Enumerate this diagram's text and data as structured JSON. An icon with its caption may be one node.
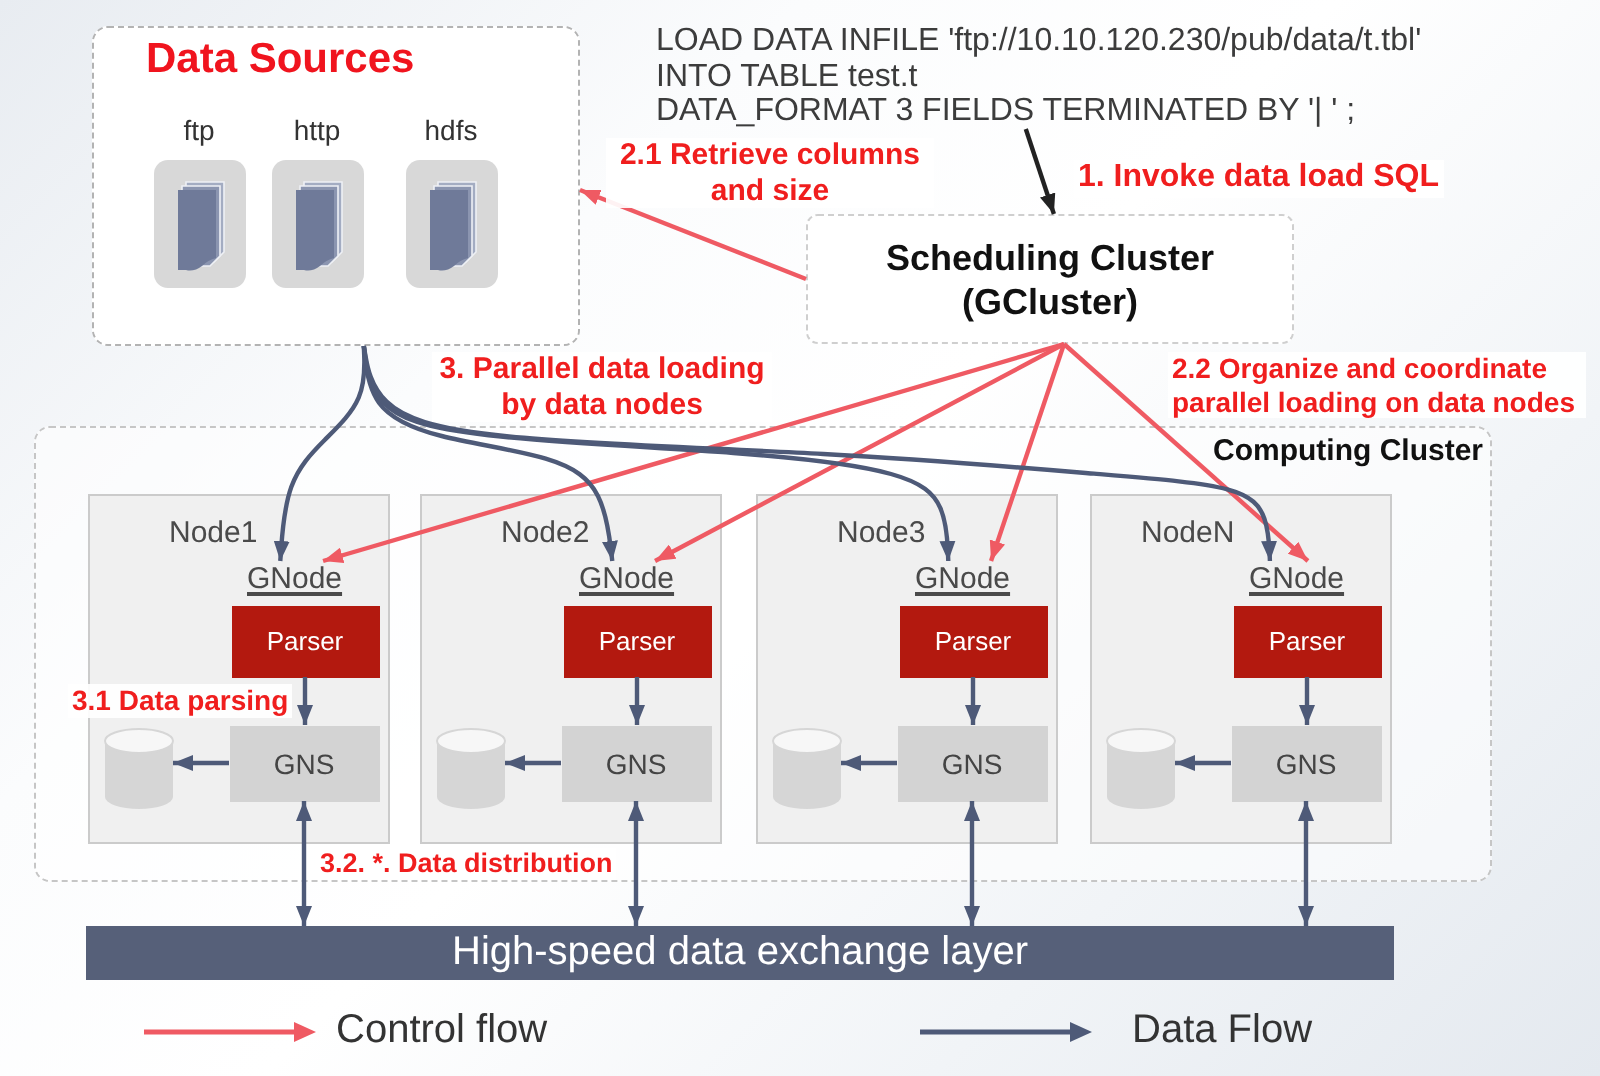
{
  "diagram": {
    "nodes": [
      {
        "text": [
          "Data Sources"
        ]
      },
      {
        "text": [
          "ftp"
        ],
        "in": 0
      },
      {
        "text": [
          "http"
        ],
        "in": 0
      },
      {
        "text": [
          "hdfs"
        ],
        "in": 0
      },
      {
        "text": [
          "LOAD DATA INFILE 'ftp://10.10.120.230/pub/data/t.tbl'",
          "INTO TABLE test.t",
          "DATA_FORMAT 3 FIELDS TERMINATED BY '| ' ;"
        ]
      },
      {
        "text": [
          "Scheduling Cluster (GCluster)"
        ]
      },
      {
        "text": [
          "Computing Cluster"
        ]
      },
      {
        "text": [
          "Node1"
        ],
        "in": 6
      },
      {
        "text": [
          "GNode"
        ],
        "in": 7
      },
      {
        "text": [
          "Parser"
        ],
        "in": 7
      },
      {
        "text": [],
        "shape": "cylinder",
        "in": 7
      },
      {
        "text": [
          "GNS"
        ],
        "in": 7
      },
      {
        "text": [
          "Node2"
        ],
        "in": 6
      },
      {
        "text": [
          "GNode"
        ],
        "in": 12
      },
      {
        "text": [
          "Parser"
        ],
        "in": 12
      },
      {
        "text": [],
        "shape": "cylinder",
        "in": 12
      },
      {
        "text": [
          "GNS"
        ],
        "in": 12
      },
      {
        "text": [
          "Node3"
        ],
        "in": 6
      },
      {
        "text": [
          "GNode"
        ],
        "in": 17
      },
      {
        "text": [
          "Parser"
        ],
        "in": 17
      },
      {
        "text": [],
        "shape": "cylinder",
        "in": 17
      },
      {
        "text": [
          "GNS"
        ],
        "in": 17
      },
      {
        "text": [
          "NodeN"
        ],
        "in": 6
      },
      {
        "text": [
          "GNode"
        ],
        "in": 22
      },
      {
        "text": [
          "Parser"
        ],
        "in": 22
      },
      {
        "text": [],
        "shape": "cylinder",
        "in": 22
      },
      {
        "text": [
          "GNS"
        ],
        "in": 22
      },
      {
        "text": [
          "High-speed data exchange layer"
        ]
      }
    ],
    "edges": [
      {
        "from": 4,
        "to": 5,
        "arrow": "to",
        "label": "1. Invoke data load SQL",
        "color": "#222222"
      },
      {
        "from": 5,
        "to": 0,
        "arrow": "to",
        "label": "2.1 Retrieve columns and size",
        "color": "#ef5a63"
      },
      {
        "from": 5,
        "to": 8,
        "arrow": "to",
        "color": "#ef5a63"
      },
      {
        "from": 5,
        "to": 13,
        "arrow": "to",
        "color": "#ef5a63"
      },
      {
        "from": 5,
        "to": 18,
        "arrow": "to",
        "color": "#ef5a63"
      },
      {
        "from": 5,
        "to": 23,
        "arrow": "to",
        "label": "2.2 Organize and coordinate parallel loading on data nodes",
        "color": "#ef5a63"
      },
      {
        "from": 0,
        "to": 8,
        "arrow": "to"
      },
      {
        "from": 0,
        "to": 13,
        "arrow": "to"
      },
      {
        "from": 0,
        "to": 18,
        "arrow": "to"
      },
      {
        "from": 0,
        "to": 23,
        "arrow": "to",
        "label": "3. Parallel data loading by data nodes"
      },
      {
        "from": 9,
        "to": 11,
        "arrow": "to",
        "label": "3.1 Data parsing"
      },
      {
        "from": 14,
        "to": 16,
        "arrow": "to"
      },
      {
        "from": 19,
        "to": 21,
        "arrow": "to"
      },
      {
        "from": 24,
        "to": 26,
        "arrow": "to"
      },
      {
        "from": 11,
        "to": 10,
        "arrow": "to"
      },
      {
        "from": 16,
        "to": 15,
        "arrow": "to"
      },
      {
        "from": 21,
        "to": 20,
        "arrow": "to"
      },
      {
        "from": 26,
        "to": 25,
        "arrow": "to"
      },
      {
        "from": 11,
        "to": 27,
        "arrow": "both",
        "label": "3.2. *. Data distribution"
      },
      {
        "from": 16,
        "to": 27,
        "arrow": "both"
      },
      {
        "from": 21,
        "to": 27,
        "arrow": "both"
      },
      {
        "from": 26,
        "to": 27,
        "arrow": "both"
      }
    ],
    "legend": [
      {
        "text": "Control flow"
      },
      {
        "text": "Data Flow"
      }
    ]
  }
}
